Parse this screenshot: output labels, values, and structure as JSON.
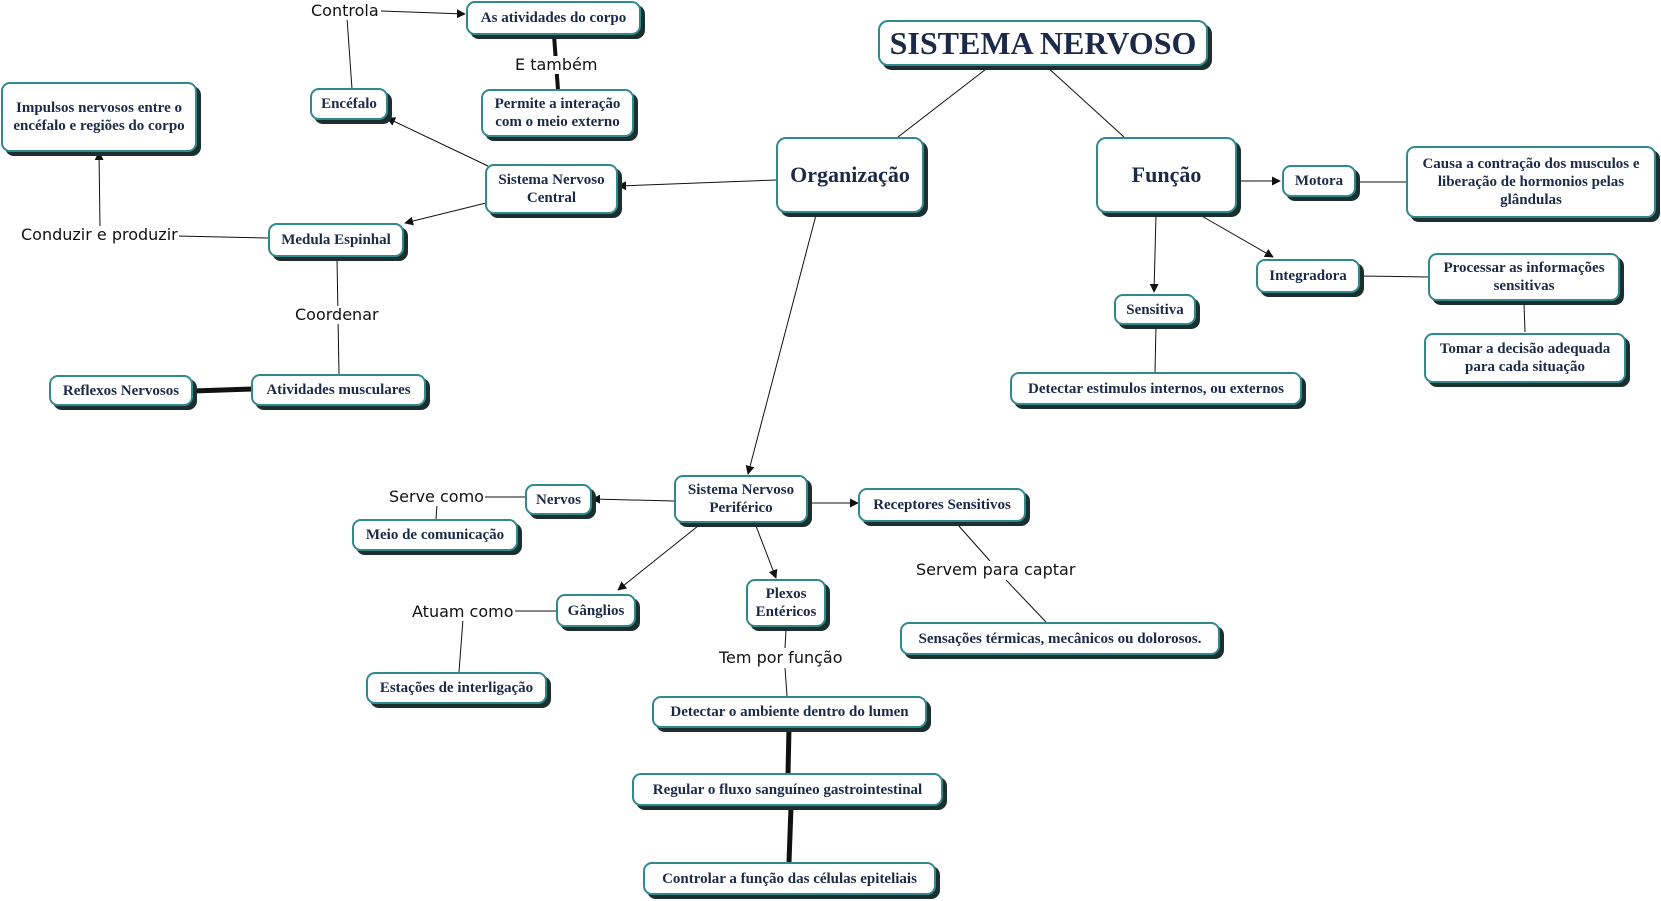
{
  "colors": {
    "node_border": "#2f8a8f",
    "node_text": "#1b2a48",
    "node_shadow": "#1c2f2f",
    "link": "#111111"
  },
  "nodes": {
    "sistema_nervoso": "SISTEMA NERVOSO",
    "organizacao": "Organização",
    "funcao": "Função",
    "snc": "Sistema Nervoso Central",
    "encefalo": "Encéfalo",
    "atividades_corpo": "As atividades do corpo",
    "permite_interacao": "Permite a interação com o meio externo",
    "impulsos": "Impulsos nervosos entre o encéfalo e regiões do corpo",
    "medula": "Medula Espinhal",
    "atividades_musculares": "Atividades musculares",
    "reflexos": "Reflexos Nervosos",
    "snp": "Sistema Nervoso Periférico",
    "nervos": "Nervos",
    "meio_comunicacao": "Meio de comunicação",
    "ganglios": "Gânglios",
    "estacoes": "Estações de interligação",
    "plexos": "Plexos Entéricos",
    "detectar_lumen": "Detectar o ambiente dentro do lumen",
    "regular_fluxo": "Regular o fluxo sanguíneo gastrointestinal",
    "controlar_celulas": "Controlar a função das células epiteliais",
    "receptores": "Receptores Sensitivos",
    "sensacoes": "Sensações térmicas, mecânicos ou dolorosos.",
    "motora": "Motora",
    "causa_contracao": "Causa a contração dos musculos e liberação de hormonios pelas glândulas",
    "integradora": "Integradora",
    "processar": "Processar as informações sensitivas",
    "tomar_decisao": "Tomar a decisão adequada para cada situação",
    "sensitiva": "Sensitiva",
    "detectar_estimulos": "Detectar estimulos internos, ou externos"
  },
  "link_labels": {
    "controla": "Controla",
    "e_tambem": "E também",
    "conduzir": "Conduzir e produzir",
    "coordenar": "Coordenar",
    "serve_como": "Serve como",
    "atuam_como": "Atuam como",
    "tem_por_funcao": "Tem por função",
    "servem_para_captar": "Servem para captar"
  }
}
